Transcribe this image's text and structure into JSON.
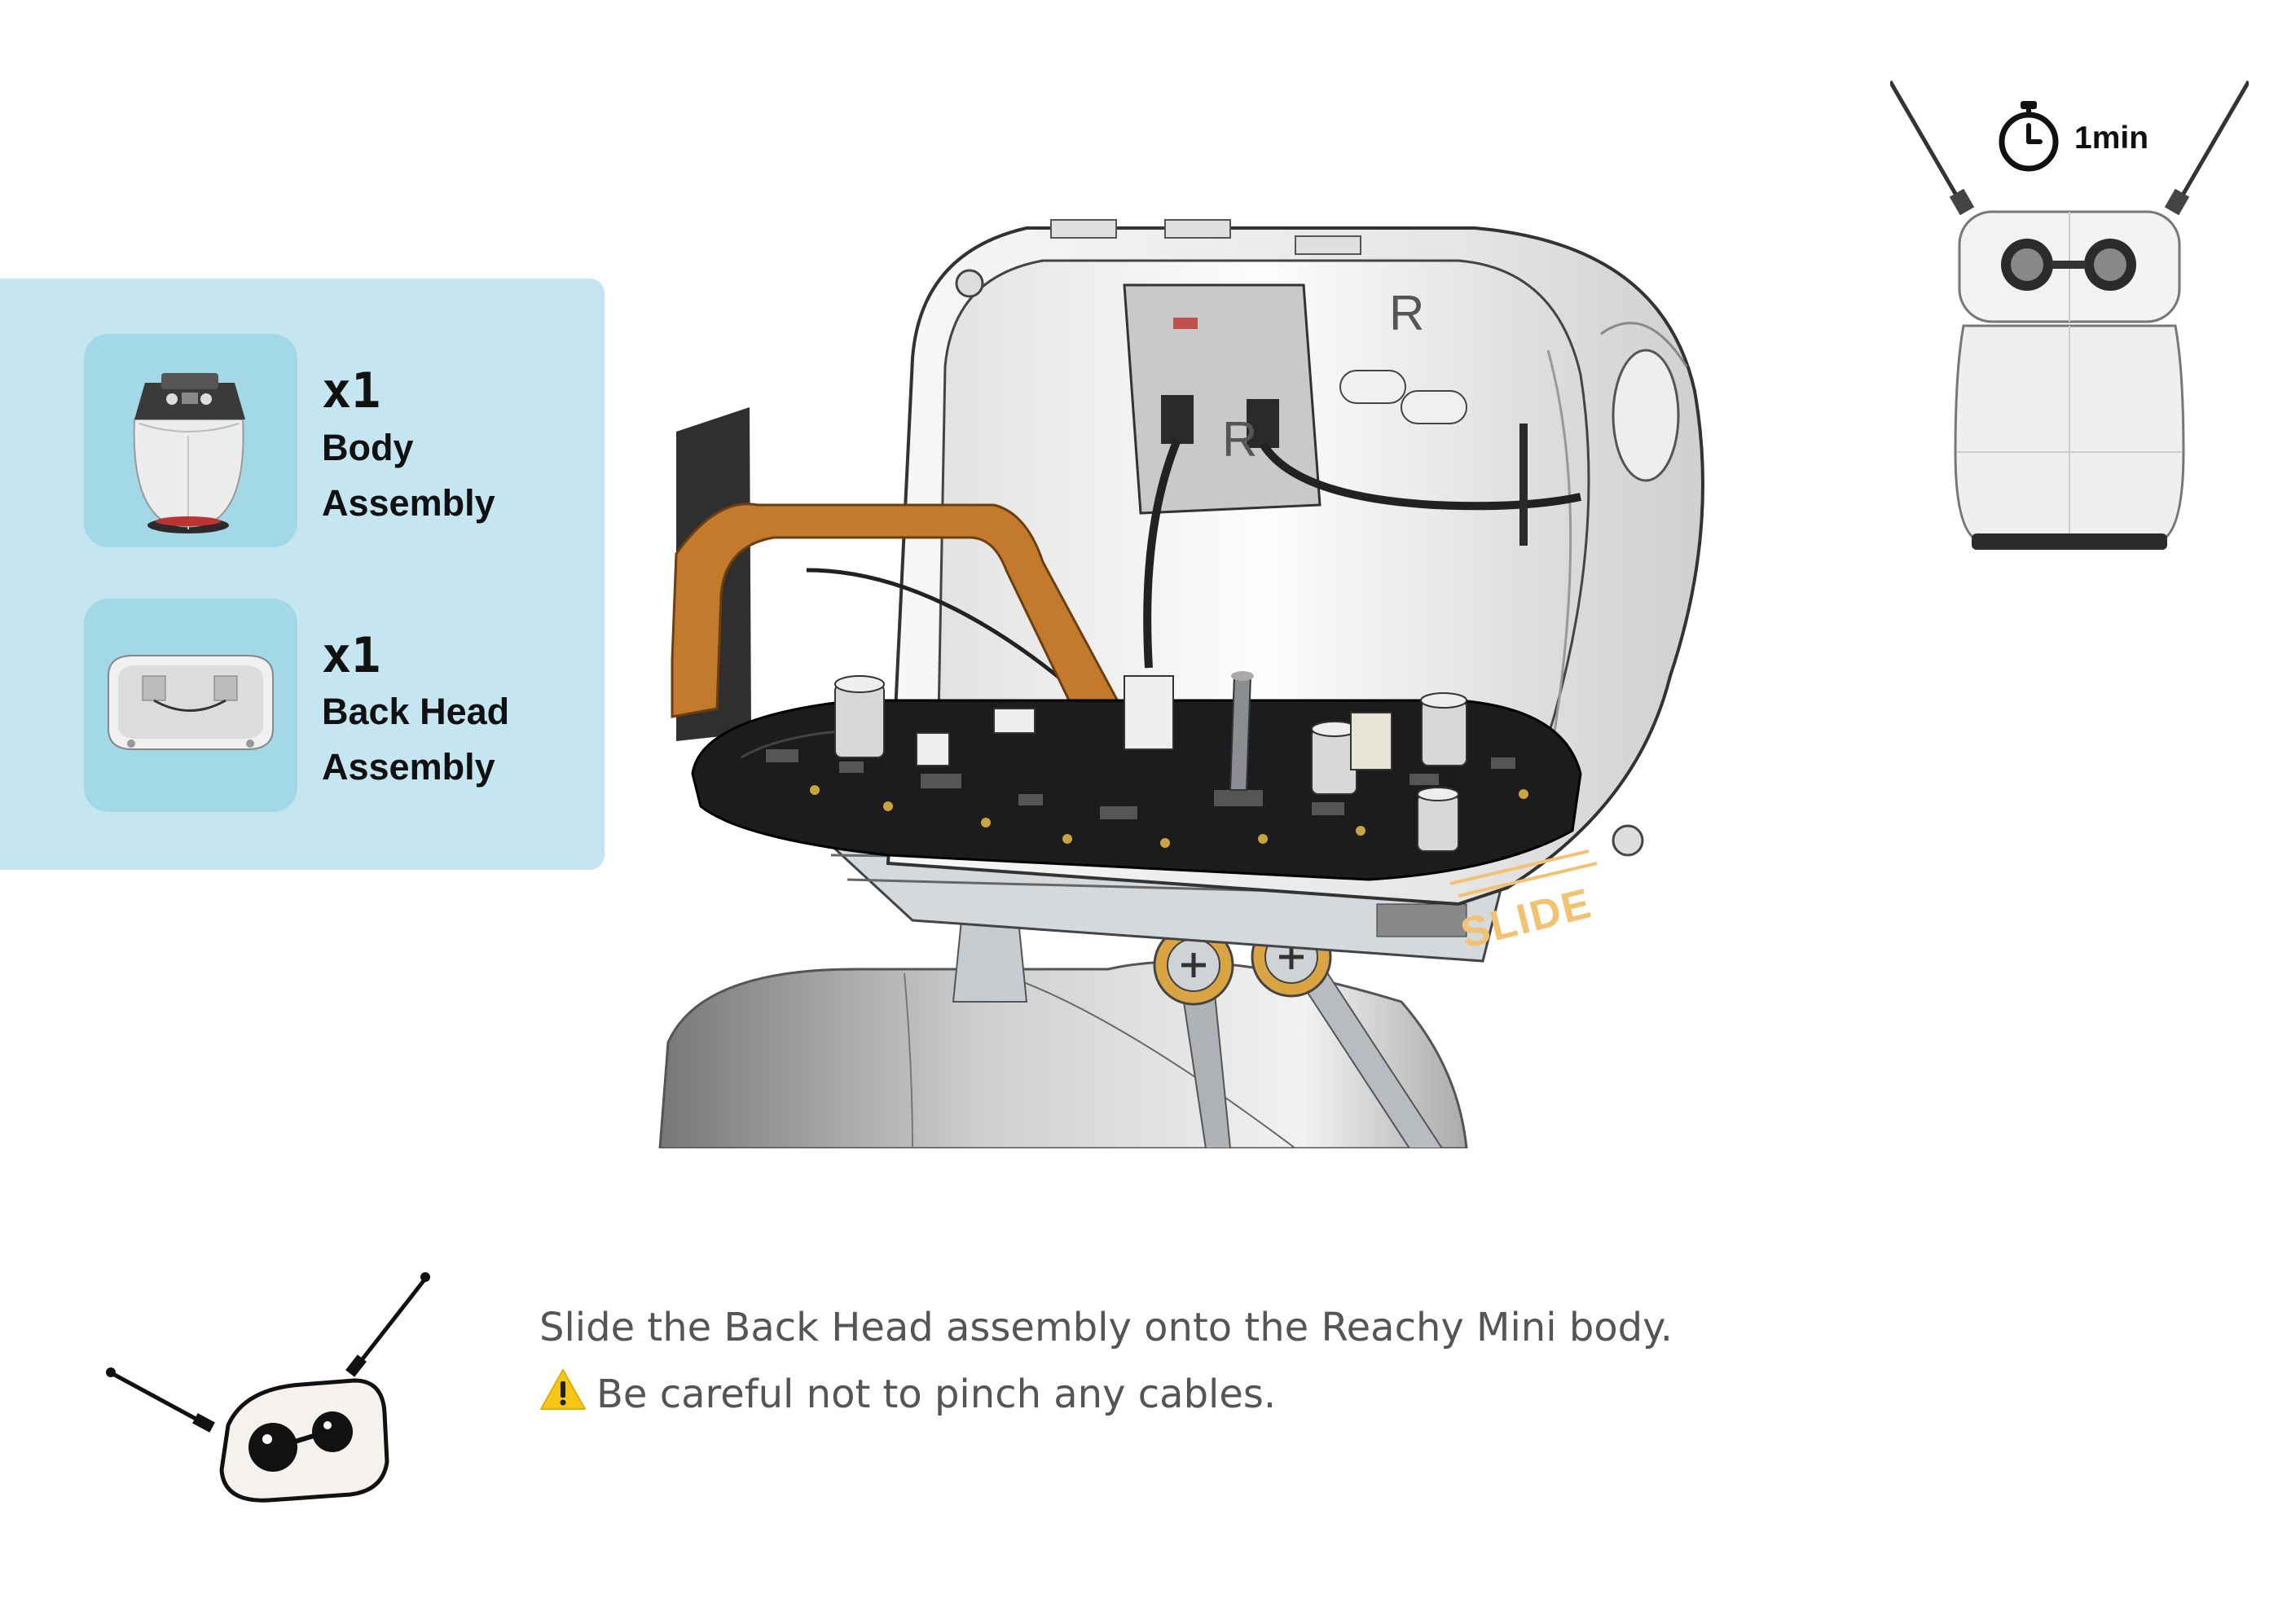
{
  "parts": [
    {
      "qty": "x1",
      "name_line1": "Body",
      "name_line2": "Assembly",
      "icon": "body-assembly-thumbnail"
    },
    {
      "qty": "x1",
      "name_line1": "Back Head",
      "name_line2": "Assembly",
      "icon": "back-head-assembly-thumbnail"
    }
  ],
  "timer": {
    "label": "1min",
    "icon": "stopwatch-icon"
  },
  "illustration": {
    "slide_label": "SLIDE",
    "connector_mark_1": "R",
    "connector_mark_2": "R"
  },
  "instructions": {
    "line1": "Slide the Back Head assembly onto the Reachy Mini body.",
    "line2": "Be careful not to pinch any cables.",
    "warning_icon": "warning-icon"
  },
  "colors": {
    "panel": "#c5e6f0",
    "card": "#a3d8e7",
    "ribbon": "#c47a2c",
    "slide": "#f2c272",
    "warning": "#f5c518"
  }
}
